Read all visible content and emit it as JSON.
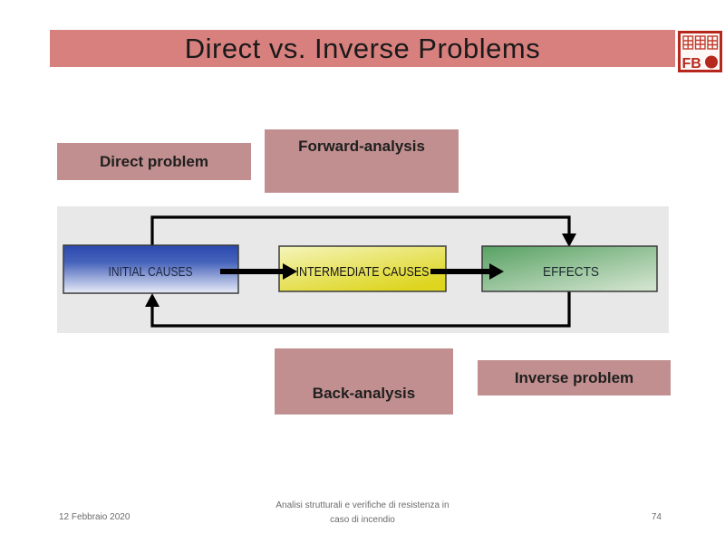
{
  "slide": {
    "title": "Direct vs. Inverse Problems"
  },
  "logo": {
    "monogram": "FB"
  },
  "labels": {
    "direct_problem": "Direct problem",
    "forward_analysis": "Forward-analysis",
    "back_analysis": "Back-analysis",
    "inverse_problem": "Inverse problem"
  },
  "diagram": {
    "boxes": [
      {
        "label": "INITIAL CAUSES",
        "color_style": "blue gradient"
      },
      {
        "label": "INTERMEDIATE CAUSES",
        "color_style": "yellow gradient"
      },
      {
        "label": "EFFECTS",
        "color_style": "green gradient"
      }
    ],
    "forward_flow": "INITIAL CAUSES to INTERMEDIATE CAUSES to EFFECTS",
    "feedback_flow": "EFFECTS back to INITIAL CAUSES"
  },
  "footer": {
    "date": "12 Febbraio 2020",
    "course_line1": "Analisi strutturali e verifiche di resistenza in",
    "course_line2": "caso di incendio",
    "page_number": "74"
  },
  "colors": {
    "title_bar": "#d8807e",
    "label_box": "#c18f8f",
    "panel_background": "#e8e8e8",
    "box_border": "#3a3a3a",
    "blue_box_top": "#2a48ae",
    "blue_box_bottom": "#e8ecf7",
    "yellow_box_light": "#f5f5bb",
    "yellow_box_dark": "#ddd51e",
    "green_box_dark": "#57a162",
    "green_box_light": "#cfe2cc",
    "arrow": "#000000",
    "seal_red": "#b6281e",
    "footer_text": "#6b6b6b"
  }
}
